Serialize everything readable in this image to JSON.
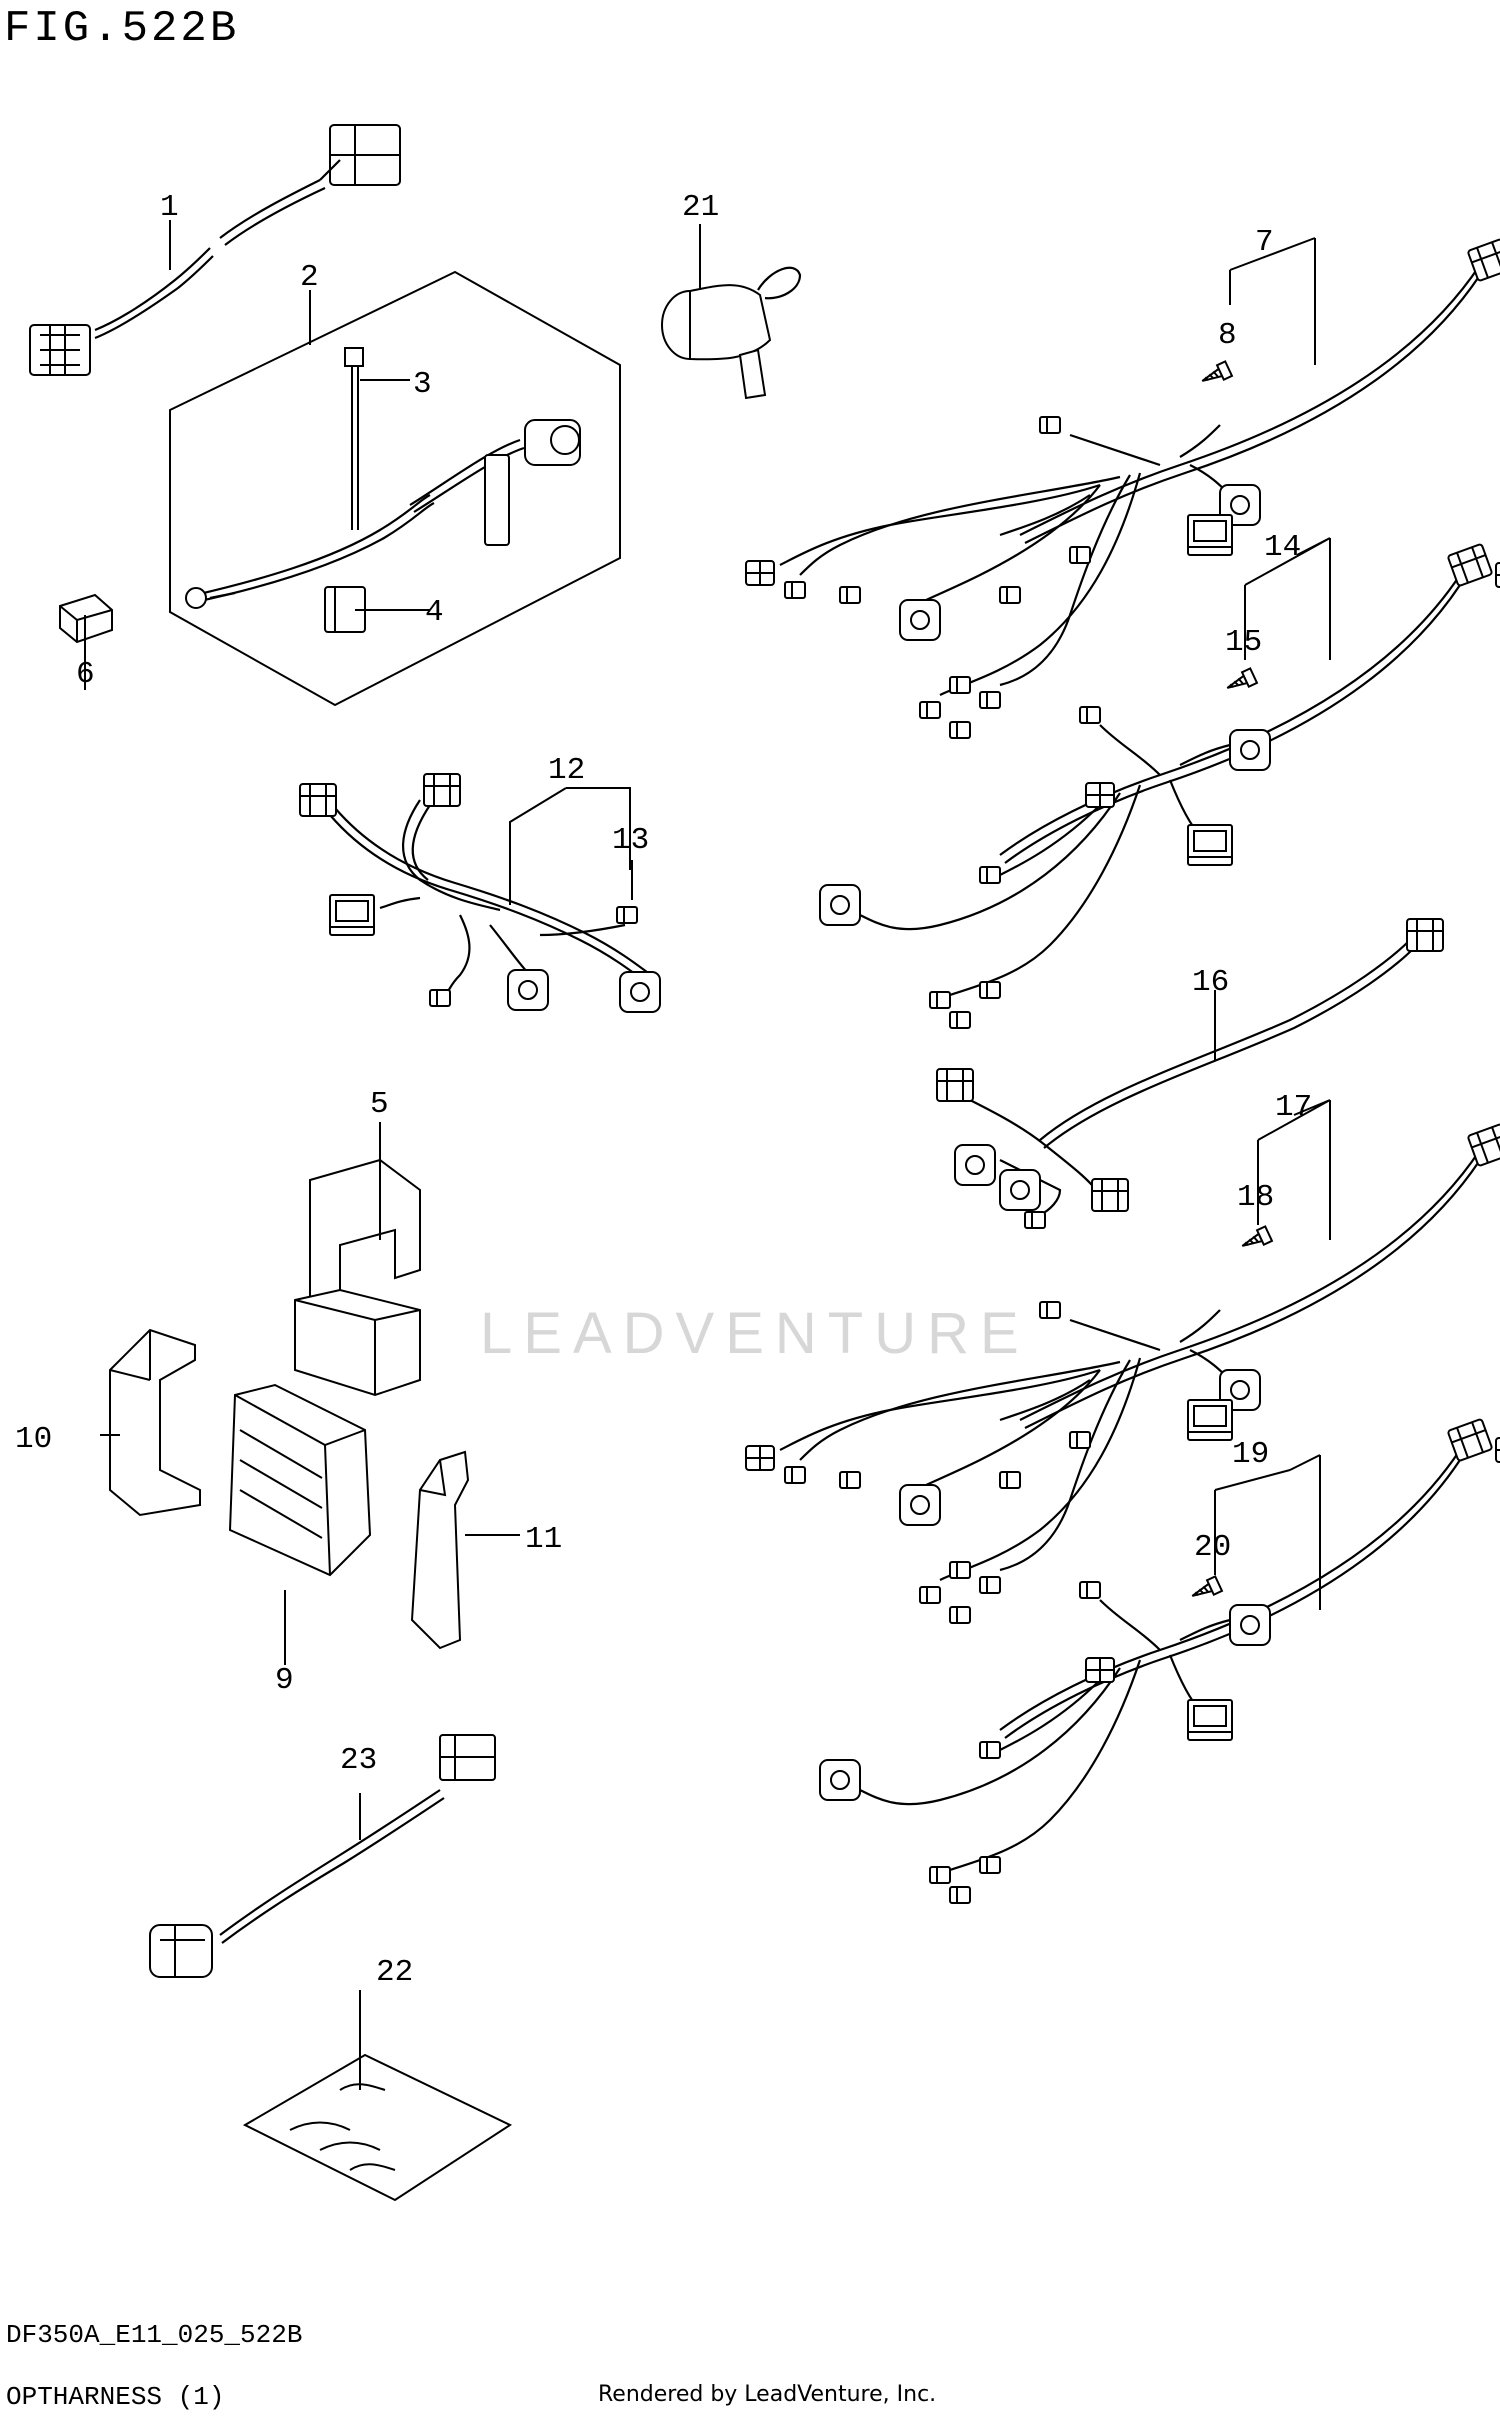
{
  "figure": {
    "title": "FIG.522B"
  },
  "footer": {
    "code": "DF350A_E11_025_522B",
    "name": "OPTHARNESS (1)",
    "rendered_by": "Rendered by LeadVenture, Inc."
  },
  "watermark": {
    "text": "LEADVENTURE"
  },
  "callouts": {
    "p1": "1",
    "p2": "2",
    "p3": "3",
    "p4": "4",
    "p5": "5",
    "p6": "6",
    "p7": "7",
    "p8": "8",
    "p9": "9",
    "p10": "10",
    "p11": "11",
    "p12": "12",
    "p13": "13",
    "p14": "14",
    "p15": "15",
    "p16": "16",
    "p17": "17",
    "p18": "18",
    "p19": "19",
    "p20": "20",
    "p21": "21",
    "p22": "22",
    "p23": "23"
  }
}
